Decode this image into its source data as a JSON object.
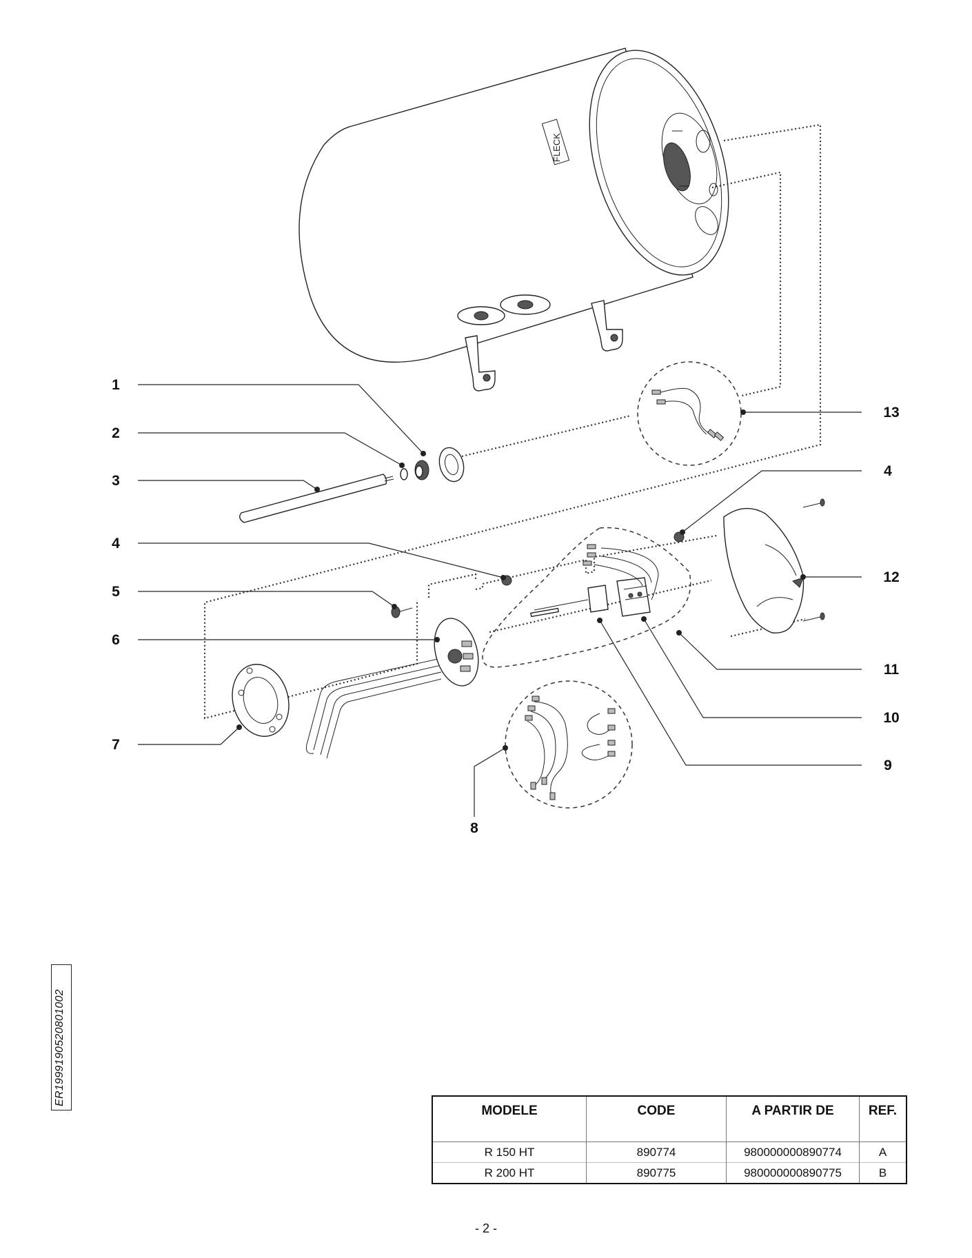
{
  "diagram": {
    "tank_label": "FLECK",
    "callouts": [
      "1",
      "2",
      "3",
      "4",
      "5",
      "6",
      "7",
      "8",
      "9",
      "10",
      "11",
      "12",
      "13",
      "4"
    ]
  },
  "document_code": "ER1999190520801002",
  "table": {
    "headers": [
      "MODELE",
      "CODE",
      "A PARTIR DE",
      "REF."
    ],
    "rows": [
      [
        "R 150 HT",
        "890774",
        "980000000890774",
        "A"
      ],
      [
        "R 200 HT",
        "890775",
        "980000000890775",
        "B"
      ]
    ]
  },
  "page_number": "- 2 -"
}
